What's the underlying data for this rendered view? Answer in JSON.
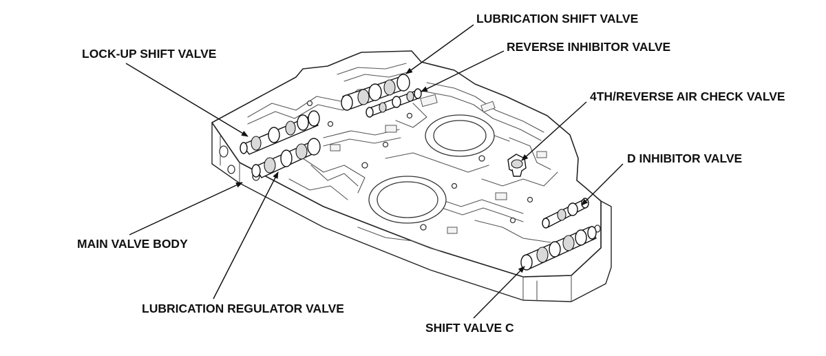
{
  "labels": {
    "lubrication_shift_valve": "LUBRICATION SHIFT VALVE",
    "reverse_inhibitor_valve": "REVERSE INHIBITOR VALVE",
    "lock_up_shift_valve": "LOCK-UP SHIFT VALVE",
    "fourth_reverse_air_check_valve": "4TH/REVERSE AIR CHECK VALVE",
    "d_inhibitor_valve": "D INHIBITOR VALVE",
    "main_valve_body": "MAIN VALVE BODY",
    "lubrication_regulator_valve": "LUBRICATION REGULATOR VALVE",
    "shift_valve_c": "SHIFT VALVE C"
  }
}
